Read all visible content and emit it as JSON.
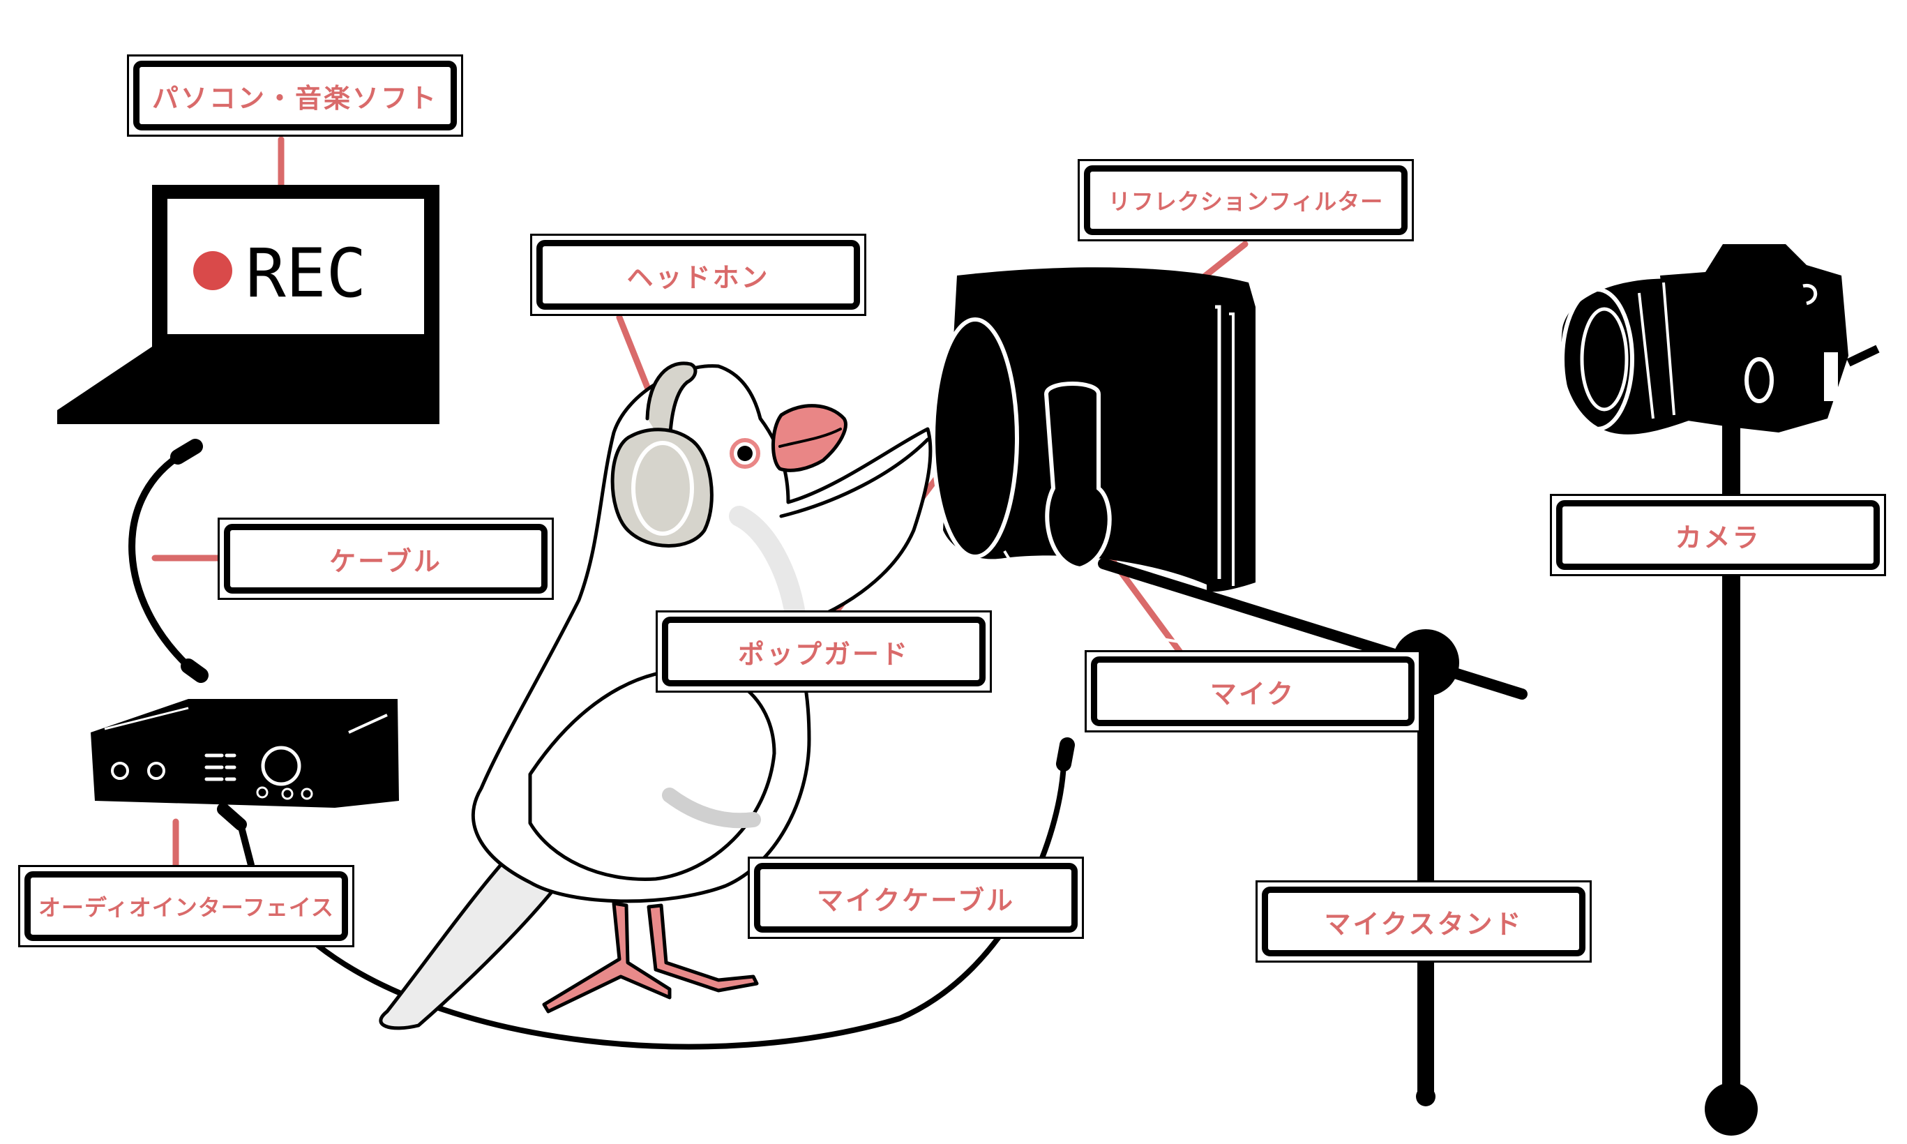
{
  "screen": {
    "text": "REC"
  },
  "labels": {
    "pc_software": "パソコン・音楽ソフト",
    "reflection_filter": "リフレクションフィルター",
    "headphones": "ヘッドホン",
    "cable": "ケーブル",
    "camera": "カメラ",
    "pop_guard": "ポップガード",
    "mic": "マイク",
    "audio_interface": "オーディオインターフェイス",
    "mic_cable": "マイクケーブル",
    "mic_stand": "マイクスタンド"
  },
  "colors": {
    "accent": "#d96a6a",
    "ink": "#000000",
    "bird": "#ffffff",
    "bird_shadow": "#e8e8e8",
    "headphones": "#d6d4cc",
    "beak": "#e98686",
    "feet": "#e88a8a"
  }
}
